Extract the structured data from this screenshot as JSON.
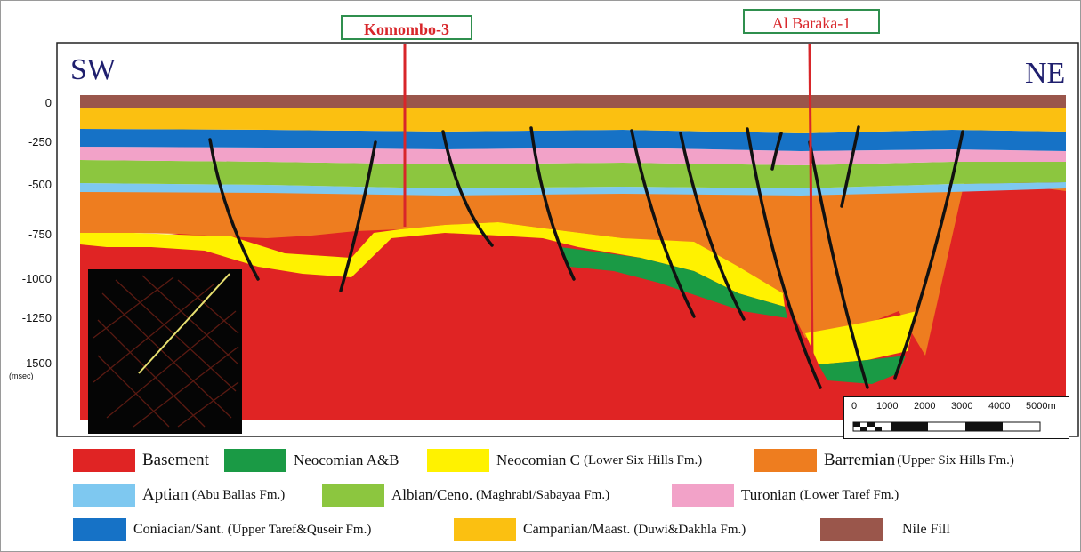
{
  "wells": [
    {
      "name": "Komombo-3"
    },
    {
      "name": "Al Baraka-1"
    }
  ],
  "directions": {
    "left": "SW",
    "right": "NE"
  },
  "depth_axis": {
    "ticks": [
      "0",
      "-250",
      "-500",
      "-750",
      "-1000",
      "-1250",
      "-1500"
    ],
    "unit": "(msec)"
  },
  "scale_bar": {
    "labels": [
      "0",
      "1000",
      "2000",
      "3000",
      "4000",
      "5000m"
    ]
  },
  "colors": {
    "basement": "#e02424",
    "neocomian_ab": "#1a9a45",
    "neocomian_c": "#fff200",
    "barremian": "#ee7d1f",
    "aptian": "#7ec8f0",
    "albian": "#8cc63f",
    "turonian": "#f2a2c8",
    "coniacian": "#1672c6",
    "campanian": "#fbc011",
    "nile_fill": "#9a564b",
    "well_line": "#d8262a",
    "well_box_border": "#2f8f4e"
  },
  "legend": [
    {
      "key": "basement",
      "name": "Basement",
      "fm": ""
    },
    {
      "key": "neocomian_ab",
      "name": "Neocomian A&B",
      "fm": ""
    },
    {
      "key": "neocomian_c",
      "name": "Neocomian C",
      "fm": "(Lower Six Hills Fm.)"
    },
    {
      "key": "barremian",
      "name": "Barremian",
      "fm": "(Upper Six Hills Fm.)"
    },
    {
      "key": "aptian",
      "name": "Aptian",
      "fm": "(Abu Ballas Fm.)"
    },
    {
      "key": "albian",
      "name": "Albian/Ceno.",
      "fm": "(Maghrabi/Sabayaa Fm.)"
    },
    {
      "key": "turonian",
      "name": "Turonian",
      "fm": "(Lower Taref Fm.)"
    },
    {
      "key": "coniacian",
      "name": "Coniacian/Sant.",
      "fm": "(Upper Taref&Quseir Fm.)"
    },
    {
      "key": "campanian",
      "name": "Campanian/Maast.",
      "fm": "(Duwi&Dakhla Fm.)"
    },
    {
      "key": "nile_fill",
      "name": "Nile Fill",
      "fm": ""
    }
  ]
}
